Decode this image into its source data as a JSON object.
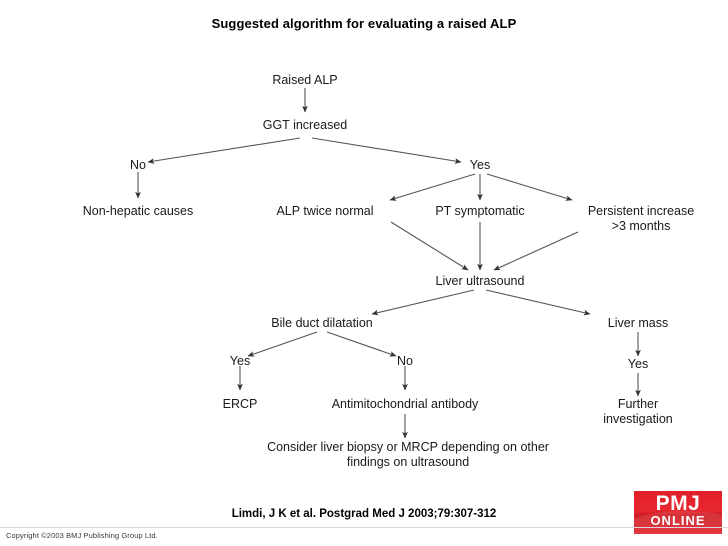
{
  "slide": {
    "title": "Suggested algorithm for evaluating a raised ALP",
    "citation": "Limdi, J K et al. Postgrad Med J 2003;79:307-312",
    "copyright": "Copyright ©2003 BMJ Publishing Group Ltd."
  },
  "logo": {
    "main": "PMJ",
    "sub": "ONLINE",
    "color": "#e8202a"
  },
  "diagram": {
    "type": "flowchart",
    "nodes": {
      "raised_alp": "Raised ALP",
      "ggt_increased": "GGT increased",
      "branch_no": "No",
      "branch_yes": "Yes",
      "non_hepatic": "Non-hepatic causes",
      "alp_twice": "ALP twice normal",
      "pt_symptomatic": "PT symptomatic",
      "persistent_line1": "Persistent increase",
      "persistent_line2": ">3 months",
      "liver_ultrasound": "Liver ultrasound",
      "bile_duct": "Bile duct dilatation",
      "liver_mass": "Liver mass",
      "bile_yes": "Yes",
      "bile_no": "No",
      "mass_yes": "Yes",
      "ercp": "ERCP",
      "amab": "Antimitochondrial antibody",
      "further_line1": "Further",
      "further_line2": "investigation",
      "consider_line1": "Consider liver biopsy or MRCP depending on other",
      "consider_line2": "findings on ultrasound"
    },
    "edges": [
      {
        "from": "raised_alp",
        "to": "ggt_increased"
      },
      {
        "from": "ggt_increased",
        "to": "branch_no"
      },
      {
        "from": "ggt_increased",
        "to": "branch_yes"
      },
      {
        "from": "branch_no",
        "to": "non_hepatic"
      },
      {
        "from": "branch_yes",
        "to": "alp_twice"
      },
      {
        "from": "branch_yes",
        "to": "pt_symptomatic"
      },
      {
        "from": "branch_yes",
        "to": "persistent_increase"
      },
      {
        "from": "alp_twice",
        "to": "liver_ultrasound"
      },
      {
        "from": "pt_symptomatic",
        "to": "liver_ultrasound"
      },
      {
        "from": "persistent_increase",
        "to": "liver_ultrasound"
      },
      {
        "from": "liver_ultrasound",
        "to": "bile_duct"
      },
      {
        "from": "liver_ultrasound",
        "to": "liver_mass"
      },
      {
        "from": "bile_duct",
        "to": "bile_yes"
      },
      {
        "from": "bile_duct",
        "to": "bile_no"
      },
      {
        "from": "bile_yes",
        "to": "ercp"
      },
      {
        "from": "bile_no",
        "to": "amab"
      },
      {
        "from": "amab",
        "to": "consider"
      },
      {
        "from": "liver_mass",
        "to": "mass_yes"
      },
      {
        "from": "mass_yes",
        "to": "further_investigation"
      }
    ]
  }
}
